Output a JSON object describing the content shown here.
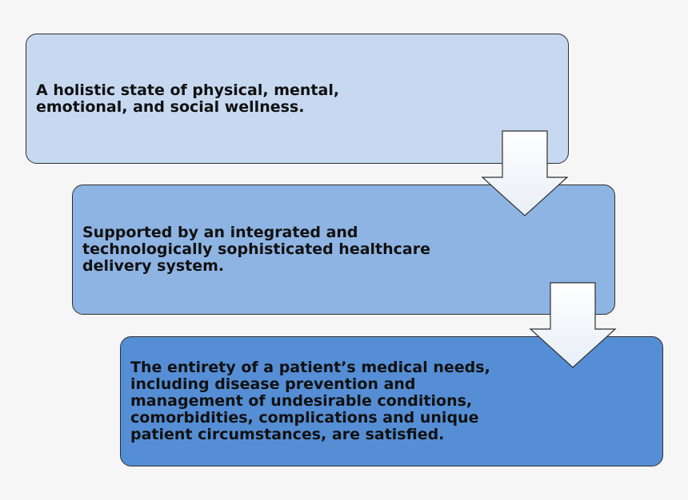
{
  "colors": {
    "background": "#f6f6f6",
    "box1_fill": "#c6d9f1",
    "box2_fill": "#8eb4e3",
    "box3_fill": "#558ed5",
    "arrow_fill_top": "#ffffff",
    "arrow_fill_bottom": "#e8eef6",
    "outline": "#2f2f2f",
    "text": "#111111"
  },
  "steps": [
    {
      "text": "A holistic state of physical, mental, emotional, and social wellness."
    },
    {
      "text": "Supported by an integrated and technologically sophisticated healthcare delivery system."
    },
    {
      "text": "The entirety of a patient’s medical needs, including disease prevention and management of undesirable conditions, comorbidities, complications and unique patient circumstances, are satisfied."
    }
  ],
  "arrows": [
    {
      "icon": "down-arrow-icon"
    },
    {
      "icon": "down-arrow-icon"
    }
  ]
}
